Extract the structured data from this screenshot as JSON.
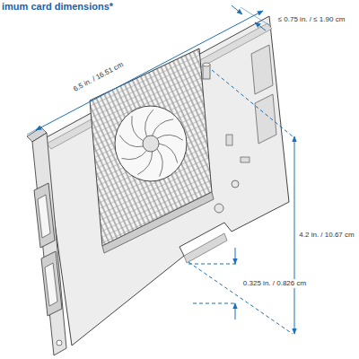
{
  "diagram": {
    "title": "imum card dimensions*",
    "labels": [
      "6.5 in. / 16.51 cm",
      "≤ 0.75 in. / ≤ 1.90 cm",
      "4.2 in. / 10.67 cm",
      "0.325 in. / 0.826 cm"
    ]
  }
}
